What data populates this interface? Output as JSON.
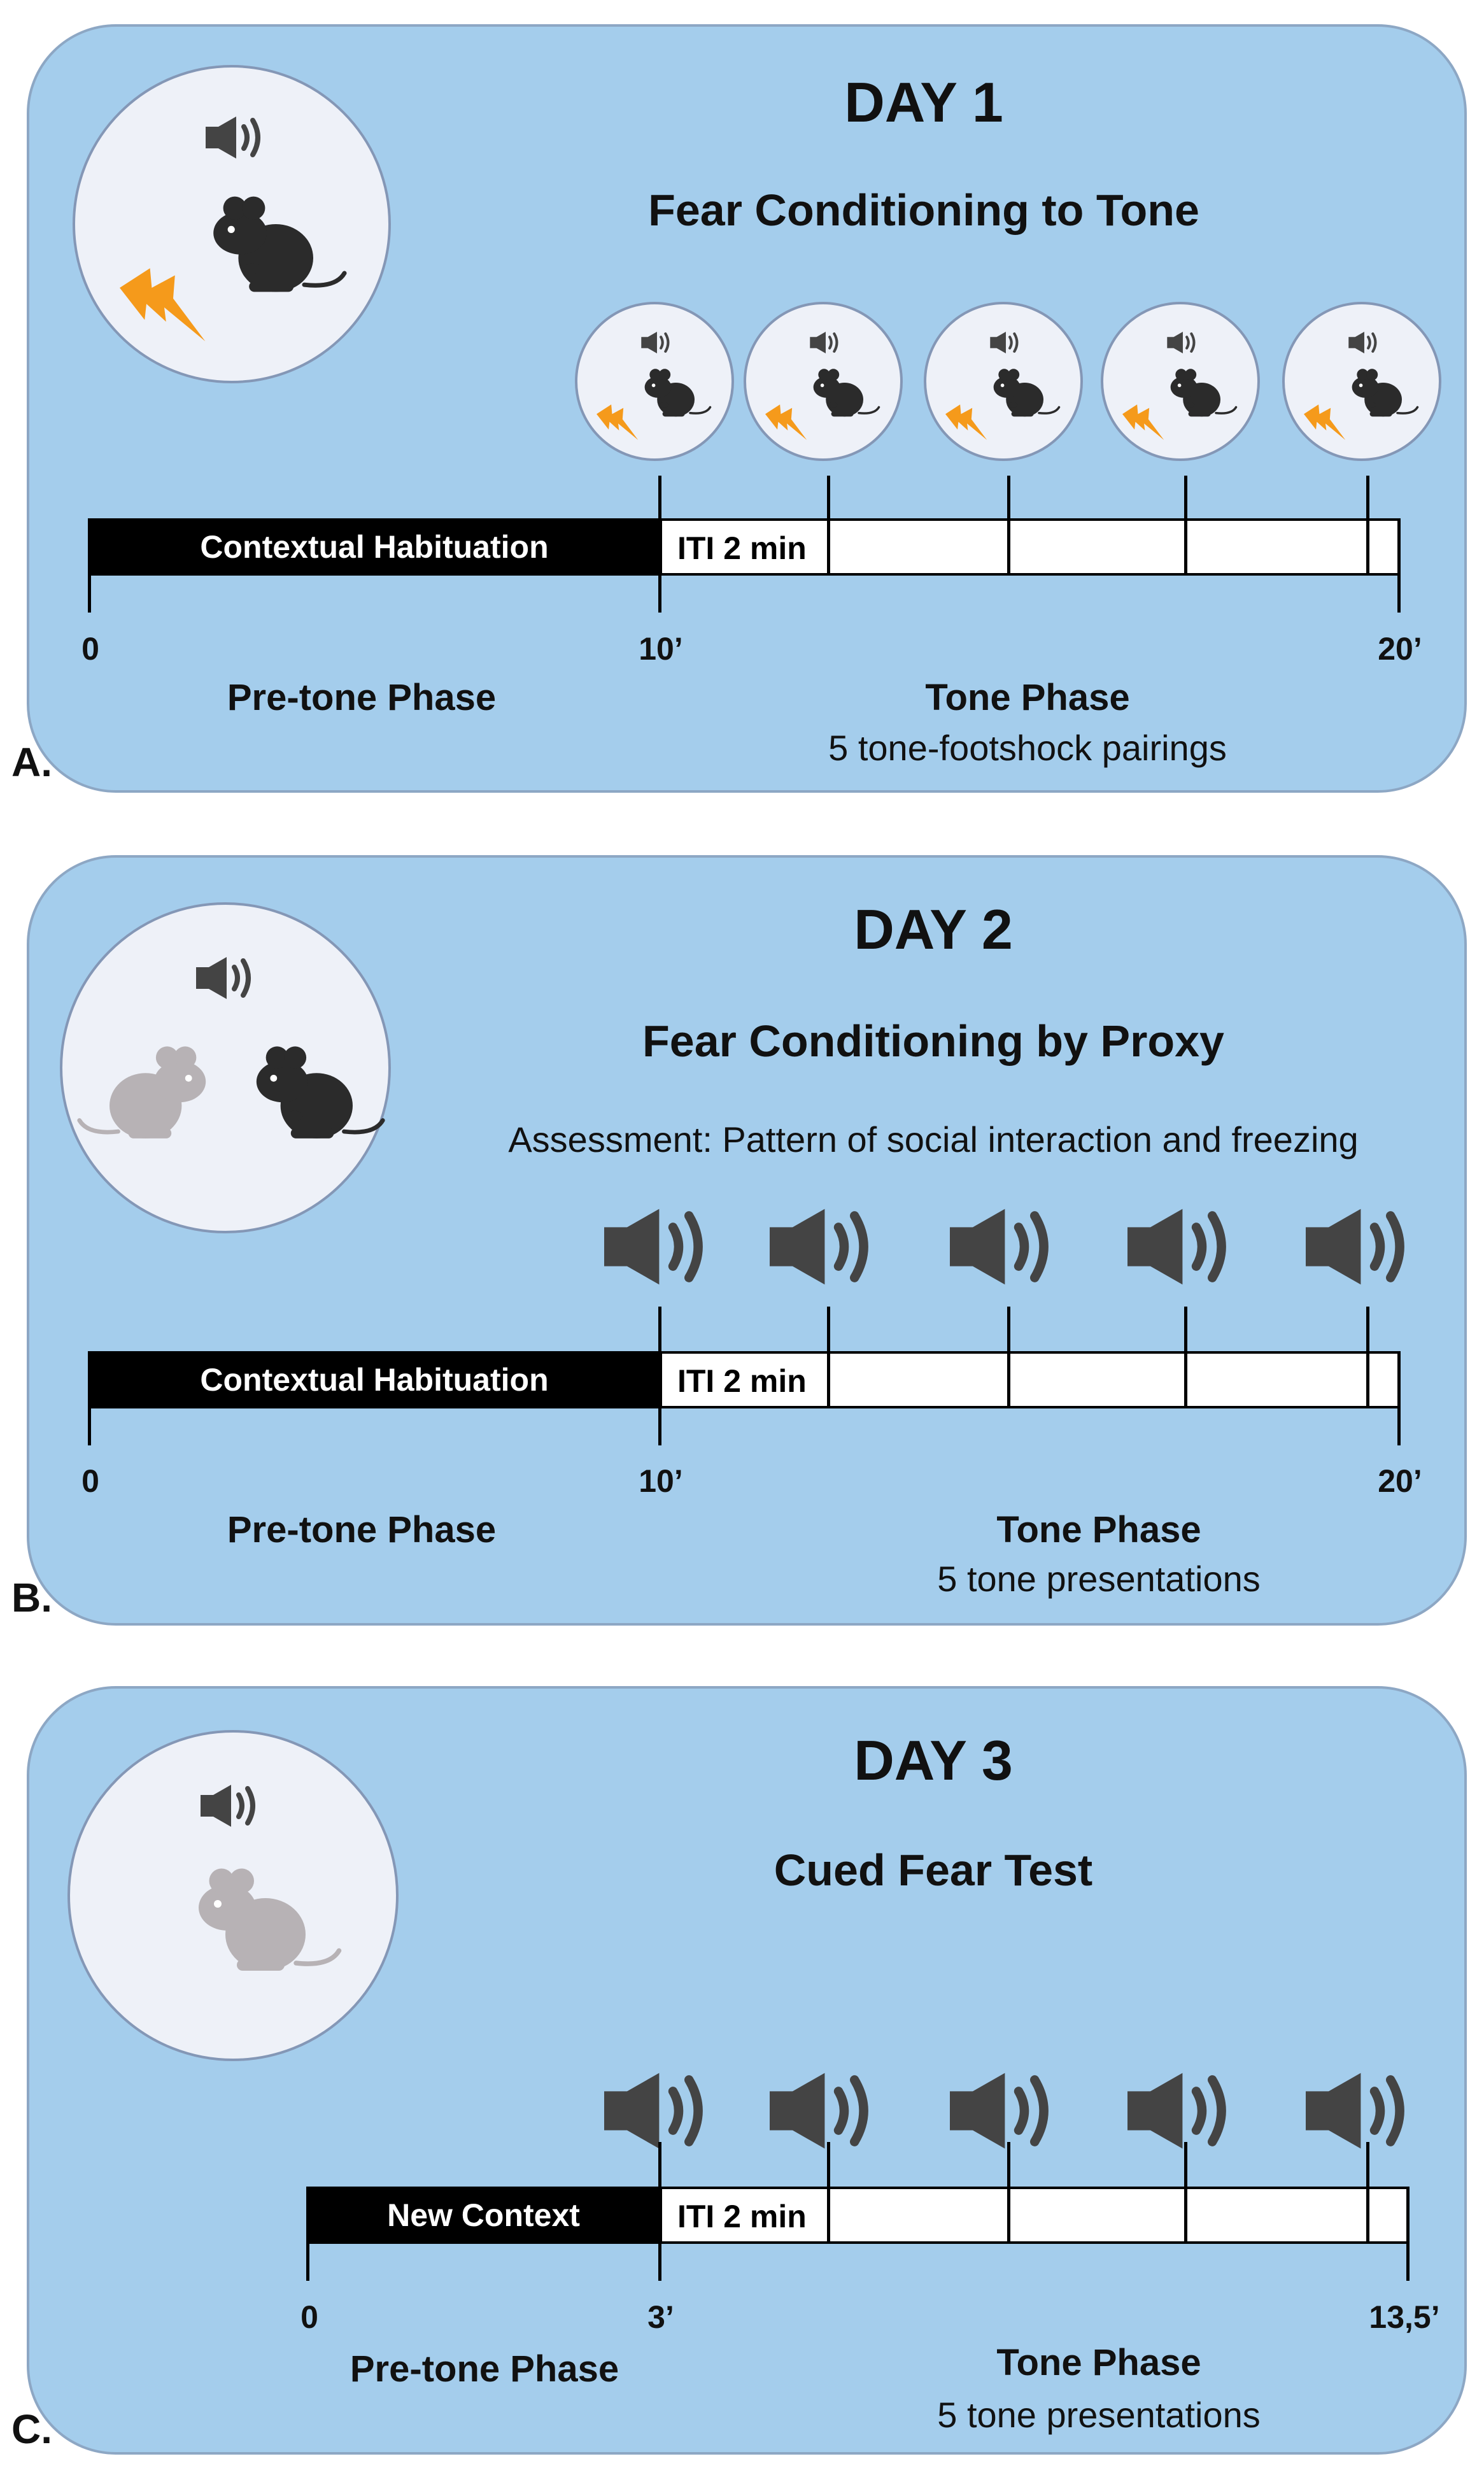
{
  "panel_a": {
    "letter": "A.",
    "day": "DAY 1",
    "subtitle": "Fear Conditioning to Tone",
    "bar_label": "Contextual Habituation",
    "iti_label": "ITI 2 min",
    "ticks": {
      "start": "0",
      "mid": "10’",
      "end": "20’"
    },
    "pre_phase": "Pre-tone Phase",
    "tone_phase": "Tone Phase",
    "tone_note": "5 tone-footshock pairings"
  },
  "panel_b": {
    "letter": "B.",
    "day": "DAY 2",
    "subtitle": "Fear Conditioning by Proxy",
    "assessment": "Assessment: Pattern of social interaction and freezing",
    "bar_label": "Contextual Habituation",
    "iti_label": "ITI 2 min",
    "ticks": {
      "start": "0",
      "mid": "10’",
      "end": "20’"
    },
    "pre_phase": "Pre-tone Phase",
    "tone_phase": "Tone Phase",
    "tone_note": "5 tone presentations"
  },
  "panel_c": {
    "letter": "C.",
    "day": "DAY 3",
    "subtitle": "Cued Fear Test",
    "bar_label": "New Context",
    "iti_label": "ITI 2 min",
    "ticks": {
      "start": "0",
      "mid": "3’",
      "end": "13,5’"
    },
    "pre_phase": "Pre-tone Phase",
    "tone_phase": "Tone Phase",
    "tone_note": "5 tone presentations"
  },
  "colors": {
    "panel_bg": "#a4cdec",
    "mouse_dark": "#2b2b2b",
    "mouse_gray": "#b7b2b5",
    "shock": "#f59a1b",
    "speaker": "#444444"
  },
  "icons": [
    "speaker-icon",
    "mouse-icon",
    "lightning-icon"
  ]
}
